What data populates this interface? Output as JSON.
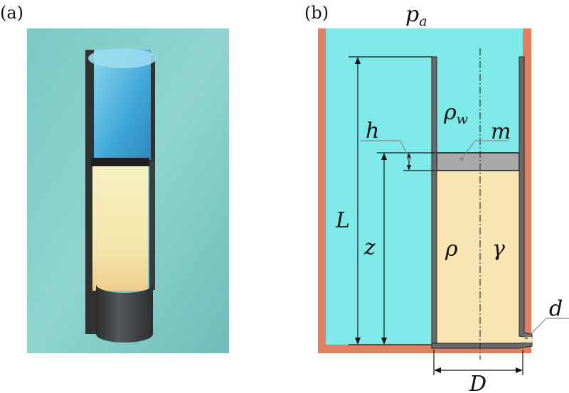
{
  "panels": {
    "a": {
      "label": "(a)"
    },
    "b": {
      "label": "(b)",
      "symbols": {
        "ambient_pressure": "p",
        "ambient_pressure_sub": "a",
        "water_density": "ρ",
        "water_density_sub": "w",
        "piston_mass": "m",
        "piston_thickness": "h",
        "tube_length": "L",
        "piston_height": "z",
        "fluid_density": "ρ",
        "heat_capacity_ratio": "γ",
        "orifice_diameter": "d",
        "tube_diameter": "D"
      }
    }
  },
  "colors": {
    "water": "#7fe9e9",
    "container": "#e07f5f",
    "tube_wall": "#6a6a6a",
    "piston": "#a9a9ab",
    "gas": "#f9e6b2"
  }
}
